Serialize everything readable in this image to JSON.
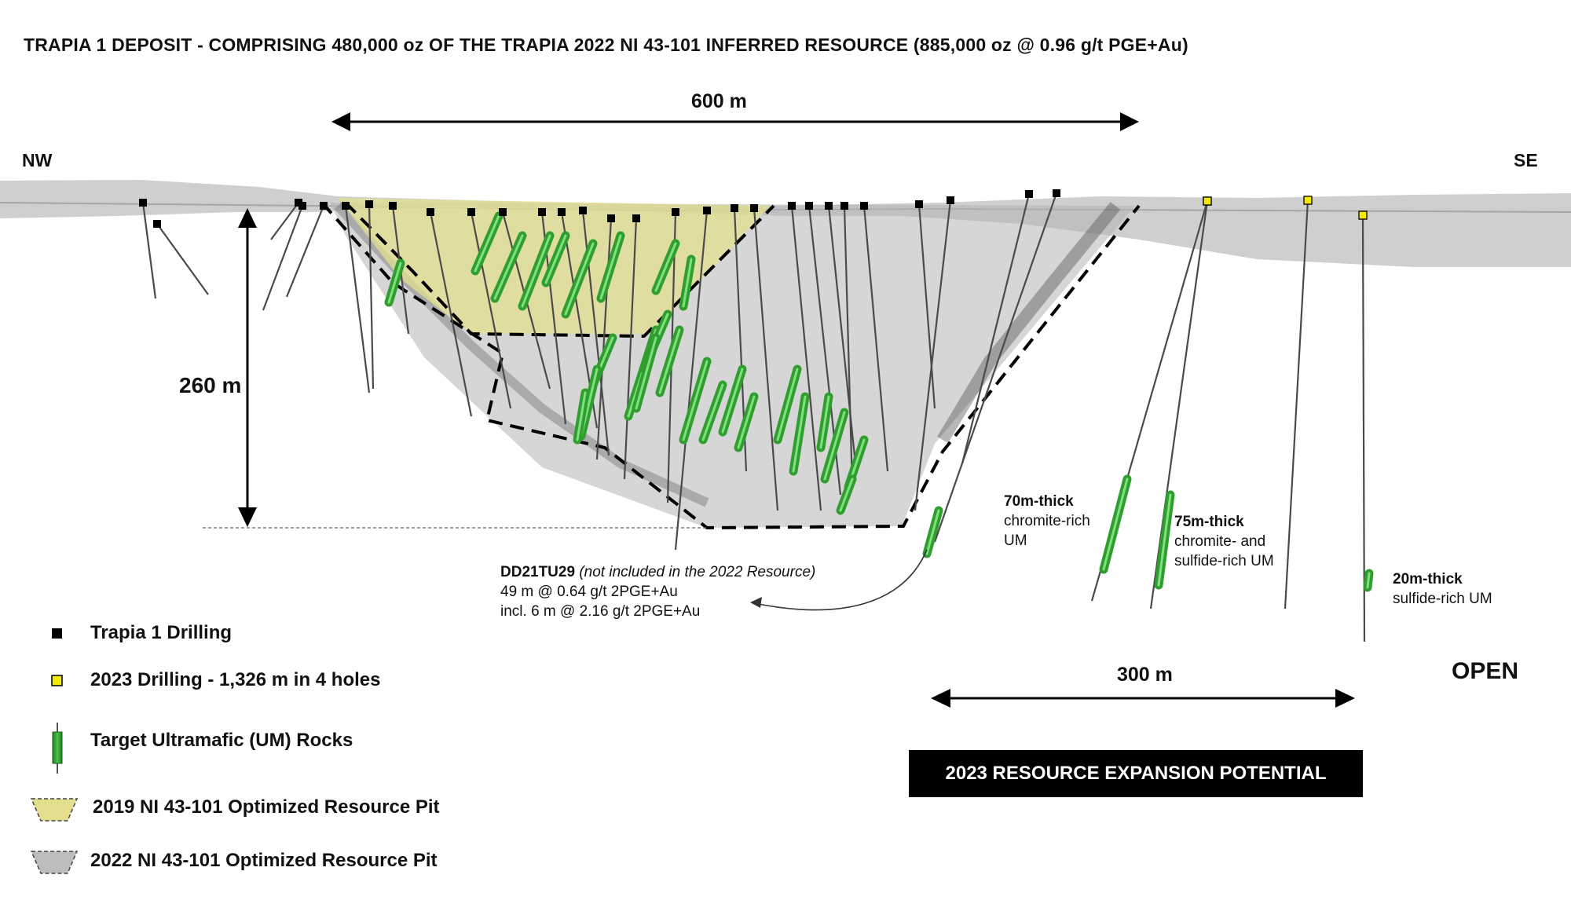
{
  "title": "TRAPIA 1 DEPOSIT - COMPRISING 480,000 oz OF THE TRAPIA 2022 NI 43-101 INFERRED RESOURCE (885,000 oz @ 0.96 g/t PGE+Au)",
  "directions": {
    "left": "NW",
    "right": "SE"
  },
  "dimensions": {
    "width_top": "600 m",
    "depth": "260 m",
    "width_bottom": "300 m"
  },
  "annotations": {
    "um70_title": "70m-thick",
    "um70_l1": "chromite-rich",
    "um70_l2": "UM",
    "um75_title": "75m-thick",
    "um75_l1": "chromite- and",
    "um75_l2": "sulfide-rich UM",
    "um20_title": "20m-thick",
    "um20_l1": "sulfide-rich UM",
    "dd_hole": "DD21TU29",
    "dd_note": "(not included in the 2022 Resource)",
    "dd_l1": "49 m @ 0.64 g/t 2PGE+Au",
    "dd_l2": "incl. 6 m @ 2.16 g/t 2PGE+Au"
  },
  "legend": {
    "trapia_drilling": "Trapia 1 Drilling",
    "drilling_2023": "2023 Drilling - 1,326 m in 4 holes",
    "target_um": "Target Ultramafic (UM) Rocks",
    "pit_2019": "2019 NI 43-101 Optimized Resource Pit",
    "pit_2022": "2022 NI 43-101 Optimized Resource Pit"
  },
  "open_label": "OPEN",
  "banner": "2023 RESOURCE EXPANSION POTENTIAL",
  "colors": {
    "collar_2023": "#f2ea00",
    "collar_trapia": "#000000",
    "um_green": "#2f9e2f",
    "pit_2019": "#e6e39a",
    "pit_2022": "#bdbdbd"
  }
}
